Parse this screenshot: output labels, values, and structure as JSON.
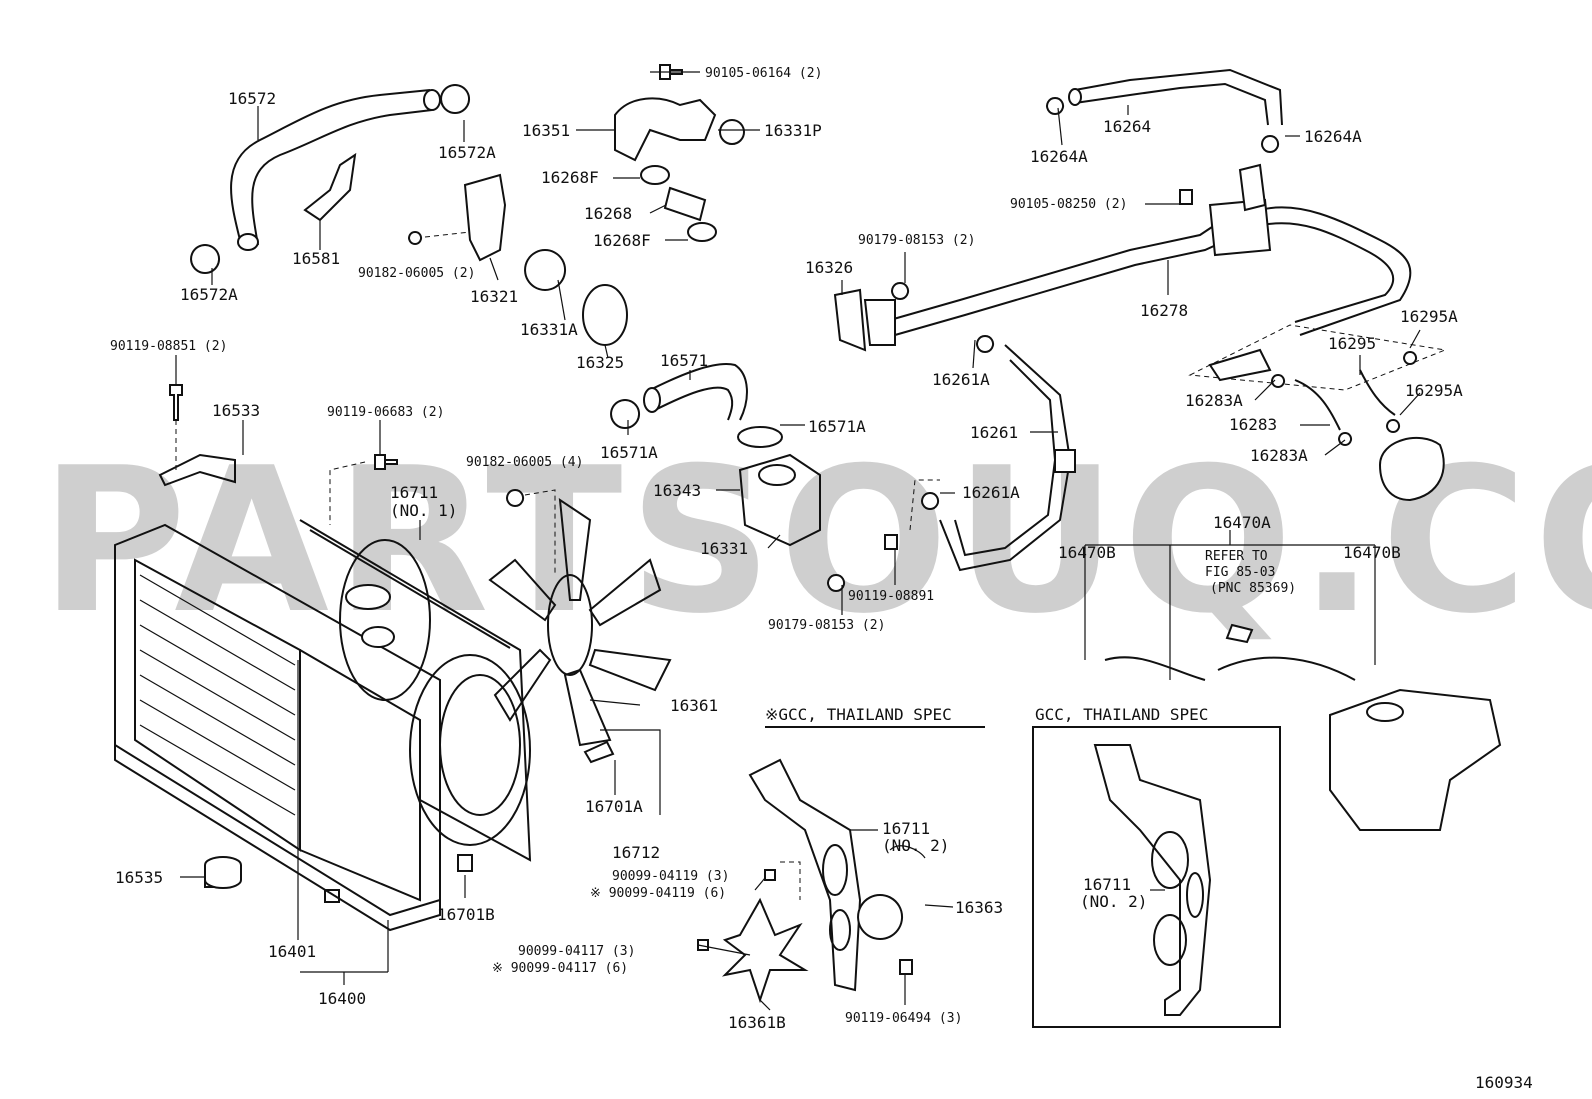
{
  "watermark": "PARTSOUQ.COM",
  "figure_number": "160934",
  "spec_notes": {
    "mid": "※GCC, THAILAND SPEC",
    "box": "GCC, THAILAND SPEC"
  },
  "refer_note": {
    "line1": "REFER TO",
    "line2": "FIG 85-03",
    "line3": "(PNC 85369)"
  },
  "labels": {
    "p16572": "16572",
    "p16572A_top": "16572A",
    "p16572A_bot": "16572A",
    "p16581": "16581",
    "p90182_06005_2": "90182-06005 (2)",
    "p16321": "16321",
    "p90105_06164": "90105-06164 (2)",
    "p16351": "16351",
    "p16331P": "16331P",
    "p16268F_a": "16268F",
    "p16268": "16268",
    "p16268F_b": "16268F",
    "p16331A": "16331A",
    "p16325": "16325",
    "p16571": "16571",
    "p16571A_a": "16571A",
    "p16571A_b": "16571A",
    "p90182_06005_4": "90182-06005 (4)",
    "p16343": "16343",
    "p16331": "16331",
    "p90119_08851": "90119-08851 (2)",
    "p16533": "16533",
    "p90119_06683": "90119-06683 (2)",
    "p16711_no1_a": "16711",
    "p16711_no1_b": "(NO. 1)",
    "p16361": "16361",
    "p16701A": "16701A",
    "p16712": "16712",
    "p16535": "16535",
    "p16701B": "16701B",
    "p16401": "16401",
    "p16400": "16400",
    "p16264": "16264",
    "p16264A_a": "16264A",
    "p16264A_b": "16264A",
    "p90105_08250": "90105-08250 (2)",
    "p90179_08153_a": "90179-08153 (2)",
    "p16326": "16326",
    "p16278": "16278",
    "p16261A_a": "16261A",
    "p16261": "16261",
    "p16261A_b": "16261A",
    "p90119_08891": "90119-08891",
    "p90179_08153_b": "90179-08153 (2)",
    "p16295A_a": "16295A",
    "p16295": "16295",
    "p16295A_b": "16295A",
    "p16283A_a": "16283A",
    "p16283": "16283",
    "p16283A_b": "16283A",
    "p16470A": "16470A",
    "p16470B_a": "16470B",
    "p16470B_b": "16470B",
    "p16711_no2_a": "16711",
    "p16711_no2_b": "(NO. 2)",
    "p90099_04119_3": "90099-04119 (3)",
    "p90099_04119_6": "※ 90099-04119 (6)",
    "p16363": "16363",
    "p90099_04117_3": "90099-04117 (3)",
    "p90099_04117_6": "※ 90099-04117 (6)",
    "p16361B": "16361B",
    "p90119_06494": "90119-06494 (3)",
    "p16711_box_a": "16711",
    "p16711_box_b": "(NO. 2)"
  }
}
